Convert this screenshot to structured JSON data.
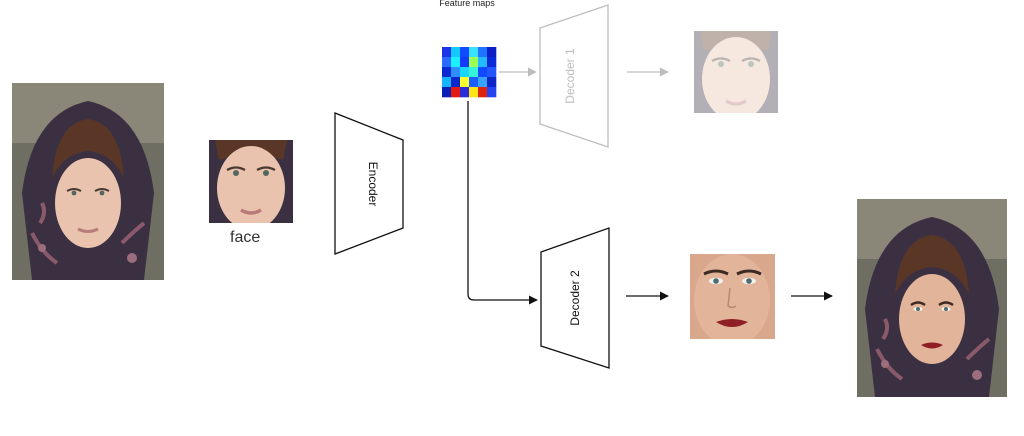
{
  "labels": {
    "feature_maps": "Feature maps",
    "face": "face",
    "encoder": "Encoder",
    "decoder1": "Decoder 1",
    "decoder2": "Decoder 2"
  },
  "colors": {
    "active_stroke": "#111111",
    "faded_stroke": "#bdbdbd",
    "scarf_dark": "#3a3042",
    "scarf_pattern": "#8b5a6a",
    "hair": "#5a3626",
    "skin": "#e9c3ad",
    "skin_target": "#e2b49a",
    "lips_source": "#b97a7a",
    "lips_target": "#8e1f24",
    "background_photo": "#6f6e63"
  },
  "feature_map": {
    "rows": 5,
    "cols": 6,
    "cells": [
      "#1d33e6",
      "#12c8ff",
      "#0f4cff",
      "#3be0ff",
      "#1e74ff",
      "#0b1fc4",
      "#2a6bff",
      "#1cf0ff",
      "#143aff",
      "#9cff55",
      "#23b8ff",
      "#0d2ad9",
      "#0b2bd2",
      "#2e8dff",
      "#19d6ff",
      "#36f2d6",
      "#1049ff",
      "#2257ff",
      "#16b3ff",
      "#0b26c9",
      "#f7ff2e",
      "#1d5cff",
      "#37a2ff",
      "#0c27c8",
      "#0a1fb5",
      "#e21a12",
      "#2d2bd8",
      "#ffe514",
      "#dd2210",
      "#2344f0"
    ]
  }
}
